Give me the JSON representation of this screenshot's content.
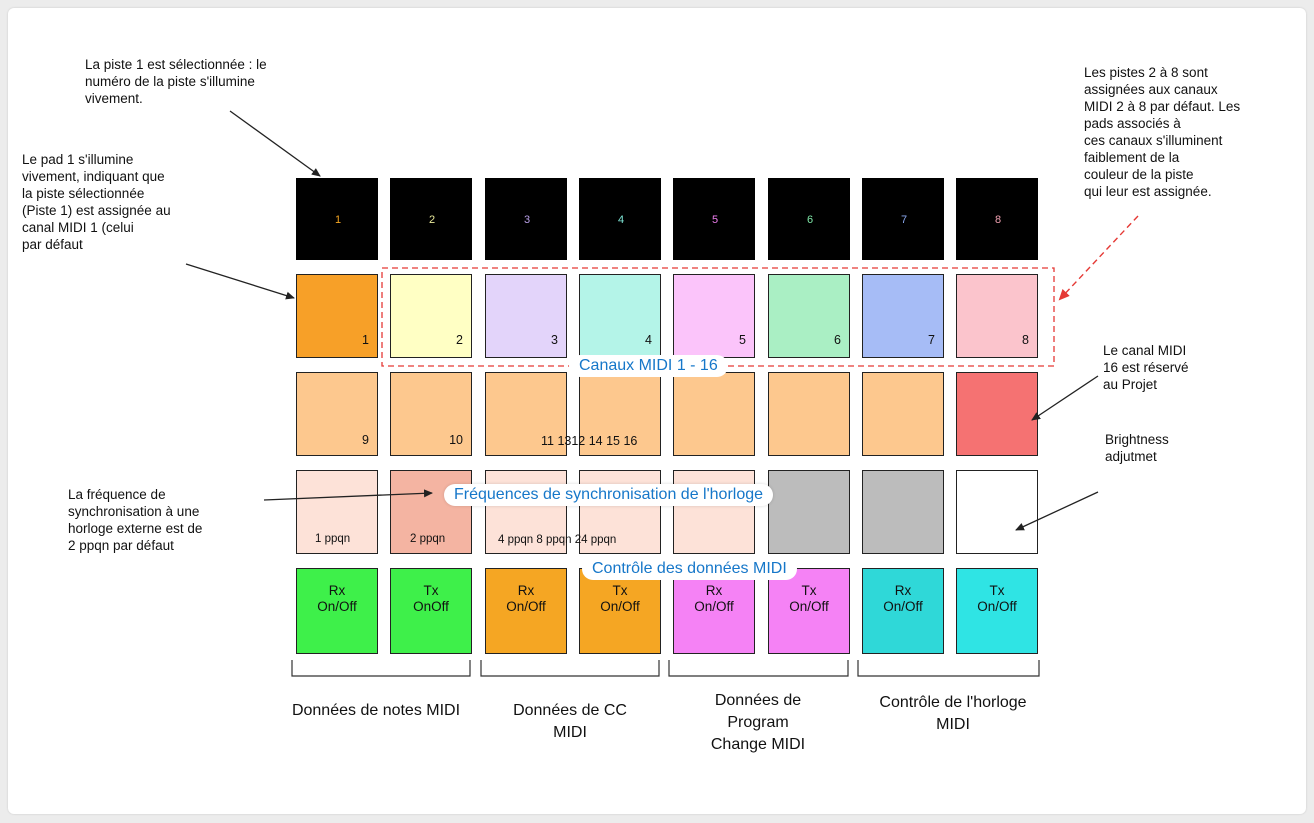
{
  "notes": {
    "track1_selected": "La piste 1 est sélectionnée : le\nnuméro de la piste s'illumine\nvivement.",
    "pad1_lit": "Le pad 1 s'illumine\nvivement, indiquant que\nla piste sélectionnée\n(Piste 1) est assignée au\ncanal MIDI 1 (celui\npar défaut",
    "tracks_2_8": "Les pistes 2 à 8 sont\nassignées aux canaux\nMIDI 2 à 8 par défaut. Les\npads associés à\nces canaux s'illuminent\nfaiblement de la\ncouleur de la piste\nqui leur est assignée.",
    "channel16": "Le canal MIDI\n16 est réservé\nau Projet",
    "brightness": "Brightness\nadjutmet",
    "sync_freq": "La fréquence de\nsynchronisation à une\nhorloge externe est de\n2 ppqn par défaut"
  },
  "banners": {
    "midi_channels": "Canaux MIDI 1 - 16",
    "clock_sync": "Fréquences de synchronisation de l'horloge",
    "midi_data": "Contrôle des données MIDI"
  },
  "tracks": [
    {
      "label": "1",
      "color": "#f5a623"
    },
    {
      "label": "2",
      "color": "#e8e89a"
    },
    {
      "label": "3",
      "color": "#b9a0e8"
    },
    {
      "label": "4",
      "color": "#7fe8d8"
    },
    {
      "label": "5",
      "color": "#f07ef0"
    },
    {
      "label": "6",
      "color": "#7fe8a8"
    },
    {
      "label": "7",
      "color": "#8aa8f0"
    },
    {
      "label": "8",
      "color": "#f0a0b0"
    }
  ],
  "row1": [
    {
      "label": "1",
      "color": "#f7a028"
    },
    {
      "label": "2",
      "color": "#ffffc4"
    },
    {
      "label": "3",
      "color": "#e3d4fa"
    },
    {
      "label": "4",
      "color": "#b4f4e8"
    },
    {
      "label": "5",
      "color": "#fbc4fa"
    },
    {
      "label": "6",
      "color": "#aaefc4"
    },
    {
      "label": "7",
      "color": "#a6bcf6"
    },
    {
      "label": "8",
      "color": "#fbc4cc"
    }
  ],
  "row2": [
    {
      "label": "9",
      "color": "#fdc88e"
    },
    {
      "label": "10",
      "color": "#fdc88e"
    },
    {
      "label": "",
      "color": "#fdc88e"
    },
    {
      "label": "",
      "color": "#fdc88e"
    },
    {
      "label": "",
      "color": "#fdc88e"
    },
    {
      "label": "",
      "color": "#fdc88e"
    },
    {
      "label": "",
      "color": "#fdc88e"
    },
    {
      "label": "",
      "color": "#f57272"
    }
  ],
  "row2_overlap_label": "11 1312 14 15 16",
  "row3": [
    {
      "label": "1 ppqn",
      "color": "#fde2d8"
    },
    {
      "label": "2 ppqn",
      "color": "#f4b4a2"
    },
    {
      "label": "",
      "color": "#fde2d8"
    },
    {
      "label": "",
      "color": "#fde2d8"
    },
    {
      "label": "",
      "color": "#fde2d8"
    },
    {
      "label": "",
      "color": "#bcbcbc"
    },
    {
      "label": "",
      "color": "#bcbcbc"
    },
    {
      "label": "",
      "color": "#ffffff"
    }
  ],
  "row3_overlap_label": "4 ppqn 8 ppqn 24 ppqn",
  "row4": [
    {
      "l1": "Rx",
      "l2": "On/Off",
      "color": "#3ef04a"
    },
    {
      "l1": "Tx",
      "l2": "OnOff",
      "color": "#3ef04a"
    },
    {
      "l1": "Rx",
      "l2": "On/Off",
      "color": "#f5a623"
    },
    {
      "l1": "Tx",
      "l2": "On/Off",
      "color": "#f5a623"
    },
    {
      "l1": "Rx",
      "l2": "On/Off",
      "color": "#f582f5"
    },
    {
      "l1": "Tx",
      "l2": "On/Off",
      "color": "#f582f5"
    },
    {
      "l1": "Rx",
      "l2": "On/Off",
      "color": "#2fd8d8"
    },
    {
      "l1": "Tx",
      "l2": "On/Off",
      "color": "#2fe4e4"
    }
  ],
  "groups": [
    "Données de notes MIDI",
    "Données de CC\nMIDI",
    "Données de\nProgram\nChange  MIDI",
    "Contrôle de l'horloge\nMIDI"
  ]
}
